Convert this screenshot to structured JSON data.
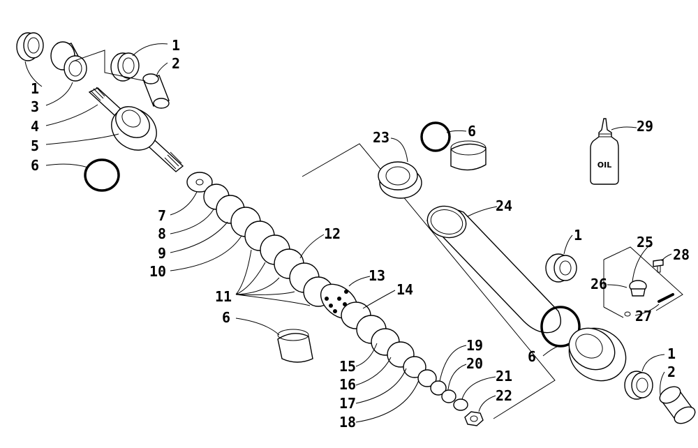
{
  "callouts": {
    "c1a": "1",
    "c1b": "1",
    "c1c": "1",
    "c1d": "1",
    "c2a": "2",
    "c2b": "2",
    "c3": "3",
    "c4": "4",
    "c5": "5",
    "c6a": "6",
    "c6b": "6",
    "c6c": "6",
    "c6d": "6",
    "c7": "7",
    "c8": "8",
    "c9": "9",
    "c10": "10",
    "c11": "11",
    "c12": "12",
    "c13": "13",
    "c14": "14",
    "c15": "15",
    "c16": "16",
    "c17": "17",
    "c18": "18",
    "c19": "19",
    "c20": "20",
    "c21": "21",
    "c22": "22",
    "c23": "23",
    "c24": "24",
    "c25": "25",
    "c26": "26",
    "c27": "27",
    "c28": "28",
    "c29": "29"
  },
  "oil_label": "OIL"
}
